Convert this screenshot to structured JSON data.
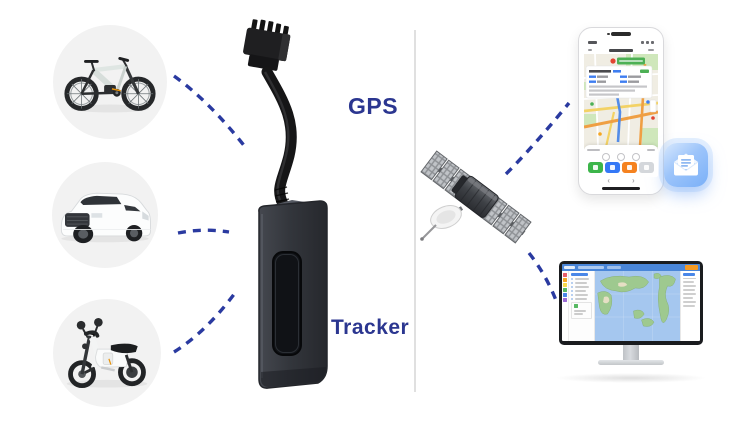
{
  "scene": {
    "gps_label": "GPS",
    "tracker_label": "Tracker"
  },
  "phone": {
    "nav_back": "‹",
    "nav_forward": "›"
  },
  "colors": {
    "label_text": "#2b3690",
    "dashed_line": "#2a3aa0",
    "divider": "#e0e0e0",
    "vehicle_circle_bg": "#f2f2f2",
    "tracker_device_body": "#34373d",
    "satellite_gray": "#909398",
    "mail_icon_blue": "#8ebdf9",
    "phone_app_buttons": [
      "#3cb54a",
      "#3478f6",
      "#f5821f",
      "#d4d7db"
    ],
    "monitor_header_blue": "#4a86d8",
    "monitor_accent_orange": "#f59a23",
    "map_ocean_blue": "#a5c7ef",
    "map_land_green": "#9ec98f",
    "legend_colors": [
      "#e85d6a",
      "#f5a623",
      "#f7d94c",
      "#58b963",
      "#4a87e8",
      "#9b6bd6"
    ]
  },
  "icons": {
    "left": [
      "electric-bicycle-photo",
      "suv-car-photo",
      "electric-scooter-photo"
    ],
    "center": [
      "gps-tracker-device"
    ],
    "right": [
      "gps-satellite",
      "tracking-app-phone",
      "message-notification-icon",
      "tracking-platform-monitor"
    ]
  }
}
